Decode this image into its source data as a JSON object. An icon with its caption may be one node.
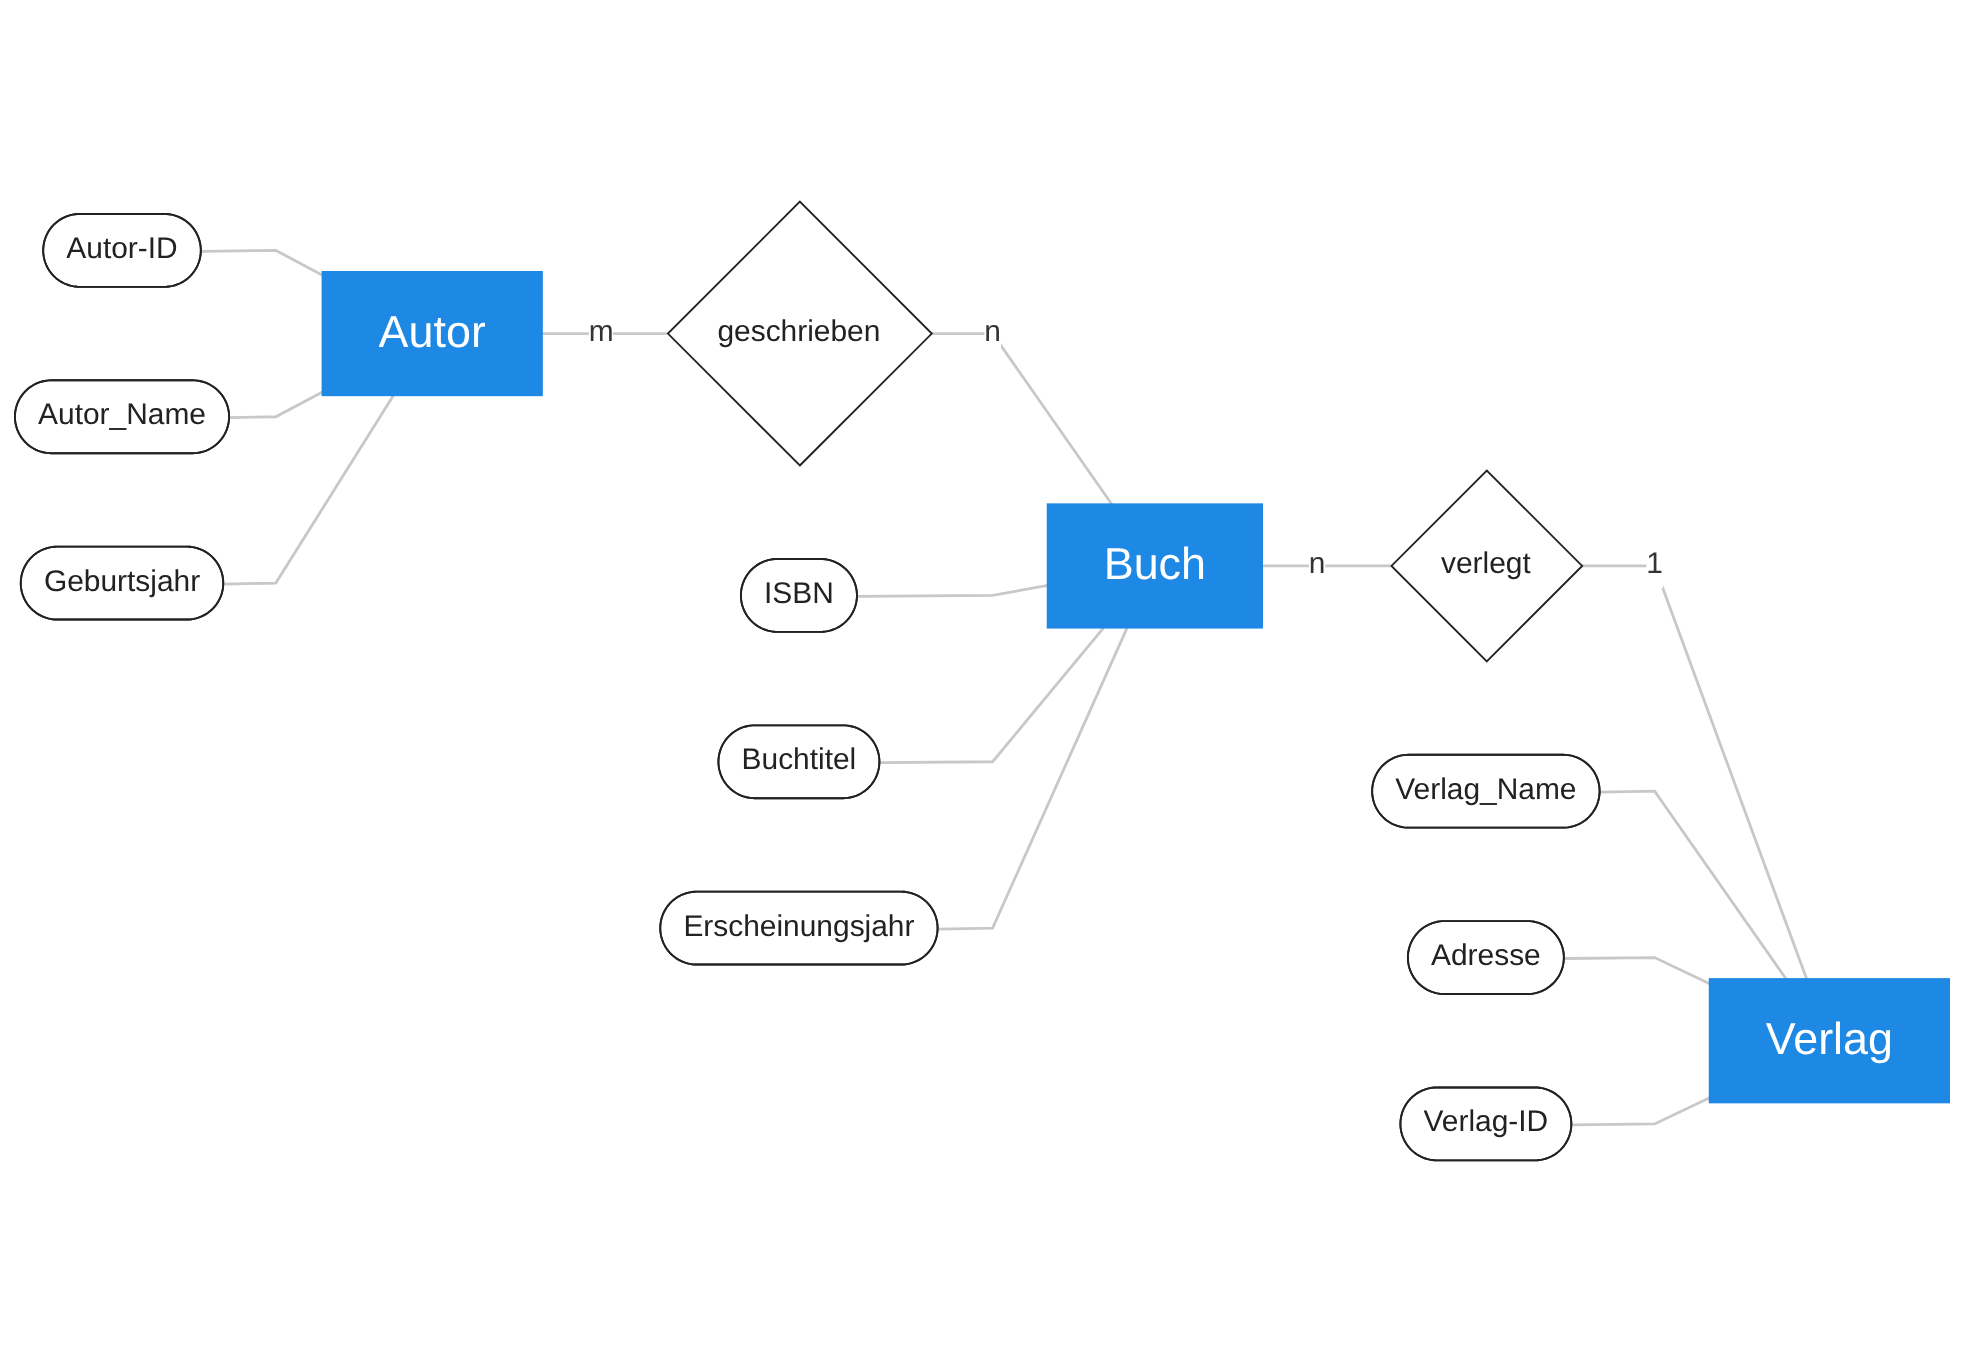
{
  "diagram": {
    "nodes": [
      {
        "text": [
          "Autor-ID"
        ]
      },
      {
        "text": [
          "ISBN"
        ]
      },
      {
        "text": [
          "Autor_Name"
        ]
      },
      {
        "text": [
          "Autor"
        ]
      },
      {
        "text": [
          "geschrieben"
        ]
      },
      {
        "text": [
          "Buch"
        ]
      },
      {
        "text": [
          "Buchtitel"
        ]
      },
      {
        "text": [
          "Geburtsjahr"
        ]
      },
      {
        "text": [
          "Erscheinungsjahr"
        ]
      },
      {
        "text": [
          "verlegt"
        ]
      },
      {
        "text": [
          "Verlag_Name"
        ]
      },
      {
        "text": [
          "Verlag"
        ]
      },
      {
        "text": [
          "Adresse"
        ]
      },
      {
        "text": [
          "Verlag-ID"
        ]
      }
    ],
    "edges": [
      {
        "from": 0,
        "to": 3,
        "arrow": "none"
      },
      {
        "from": 2,
        "to": 3,
        "arrow": "none"
      },
      {
        "from": 7,
        "to": 3,
        "arrow": "none"
      },
      {
        "from": 3,
        "to": 4,
        "arrow": "none",
        "label": "m"
      },
      {
        "from": 4,
        "to": 5,
        "arrow": "none",
        "label": "n"
      },
      {
        "from": 1,
        "to": 5,
        "arrow": "none"
      },
      {
        "from": 6,
        "to": 5,
        "arrow": "none"
      },
      {
        "from": 8,
        "to": 5,
        "arrow": "none"
      },
      {
        "from": 5,
        "to": 9,
        "arrow": "none",
        "label": "n"
      },
      {
        "from": 9,
        "to": 11,
        "arrow": "none",
        "label": "1"
      },
      {
        "from": 10,
        "to": 11,
        "arrow": "none"
      },
      {
        "from": 12,
        "to": 11,
        "arrow": "none"
      },
      {
        "from": 13,
        "to": 11,
        "arrow": "none"
      }
    ]
  }
}
